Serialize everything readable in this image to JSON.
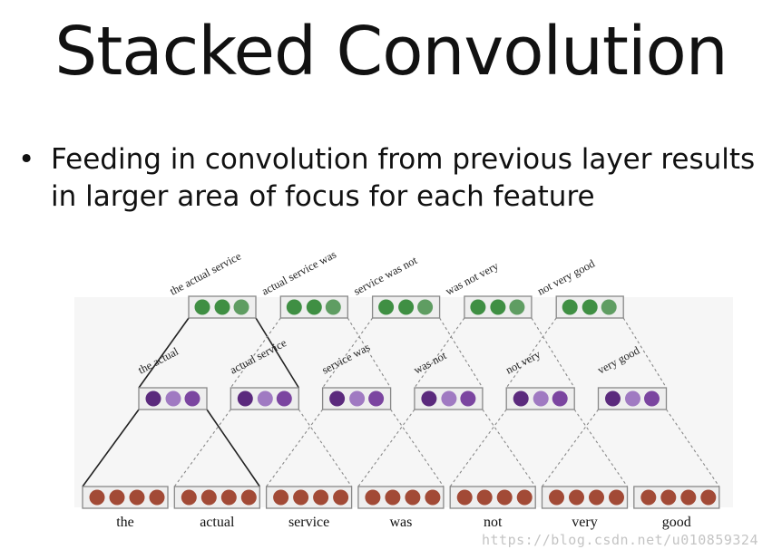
{
  "slide": {
    "title": "Stacked Convolution",
    "bullet_mark": "•",
    "bullet": "Feeding in convolution from previous layer results in larger area of focus for each feature",
    "watermark": "https://blog.csdn.net/u010859324"
  },
  "diagram": {
    "words": [
      "the",
      "actual",
      "service",
      "was",
      "not",
      "very",
      "good"
    ],
    "layer1_labels": [
      "the actual",
      "actual service",
      "service was",
      "was not",
      "not very",
      "very good"
    ],
    "layer2_labels": [
      "the actual service",
      "actual service was",
      "service was not",
      "was not very",
      "not very good"
    ],
    "colors": {
      "word_node": "#a24a36",
      "layer1_dark": "#5b2a7d",
      "layer1_light": "#a07ac2",
      "layer1_mid": "#7b45a0",
      "layer2_dark": "#3f8f43",
      "layer2_light": "#5f9d62",
      "box_border": "#888888",
      "box_fill": "#eeeeee"
    }
  }
}
